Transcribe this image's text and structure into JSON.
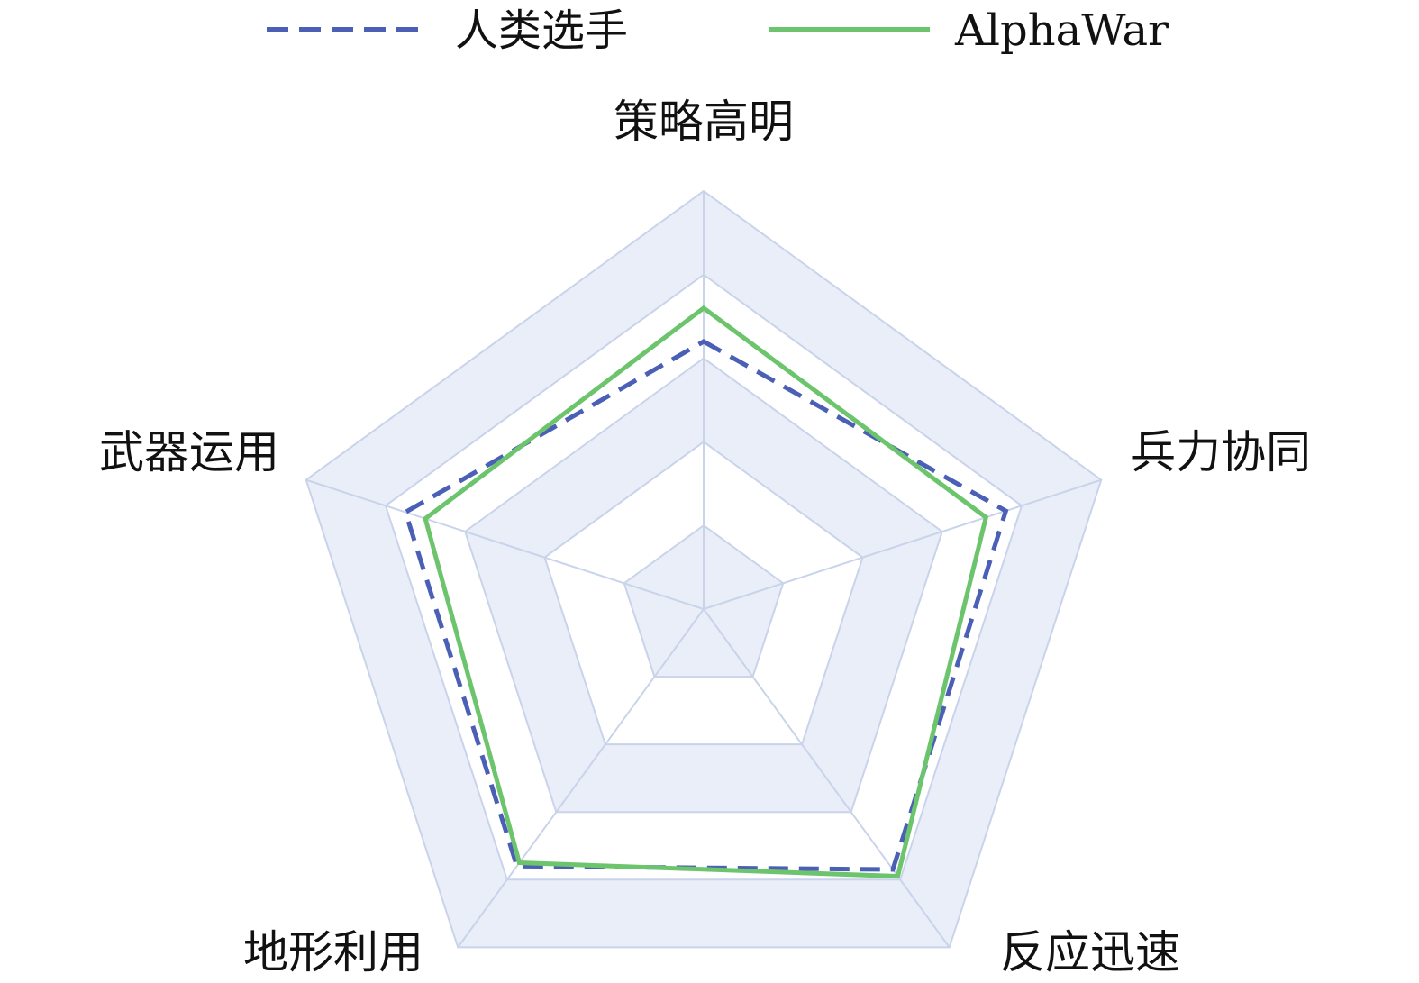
{
  "chart_data": {
    "type": "radar",
    "title": "",
    "categories": [
      "策略高明",
      "兵力协同",
      "反应迅速",
      "地形利用",
      "武器运用"
    ],
    "max": 10,
    "levels": 5,
    "series": [
      {
        "name": "人类选手",
        "values": [
          6.4,
          7.6,
          7.7,
          7.6,
          7.5
        ],
        "color": "#4a5fb5",
        "style": "dashed"
      },
      {
        "name": "AlphaWar",
        "values": [
          7.2,
          7.1,
          7.9,
          7.5,
          7.0
        ],
        "color": "#6cc46c",
        "style": "solid"
      }
    ],
    "legend_position": "top",
    "grid_color": "#c9d3ea",
    "band_color": "#e9eef8"
  }
}
